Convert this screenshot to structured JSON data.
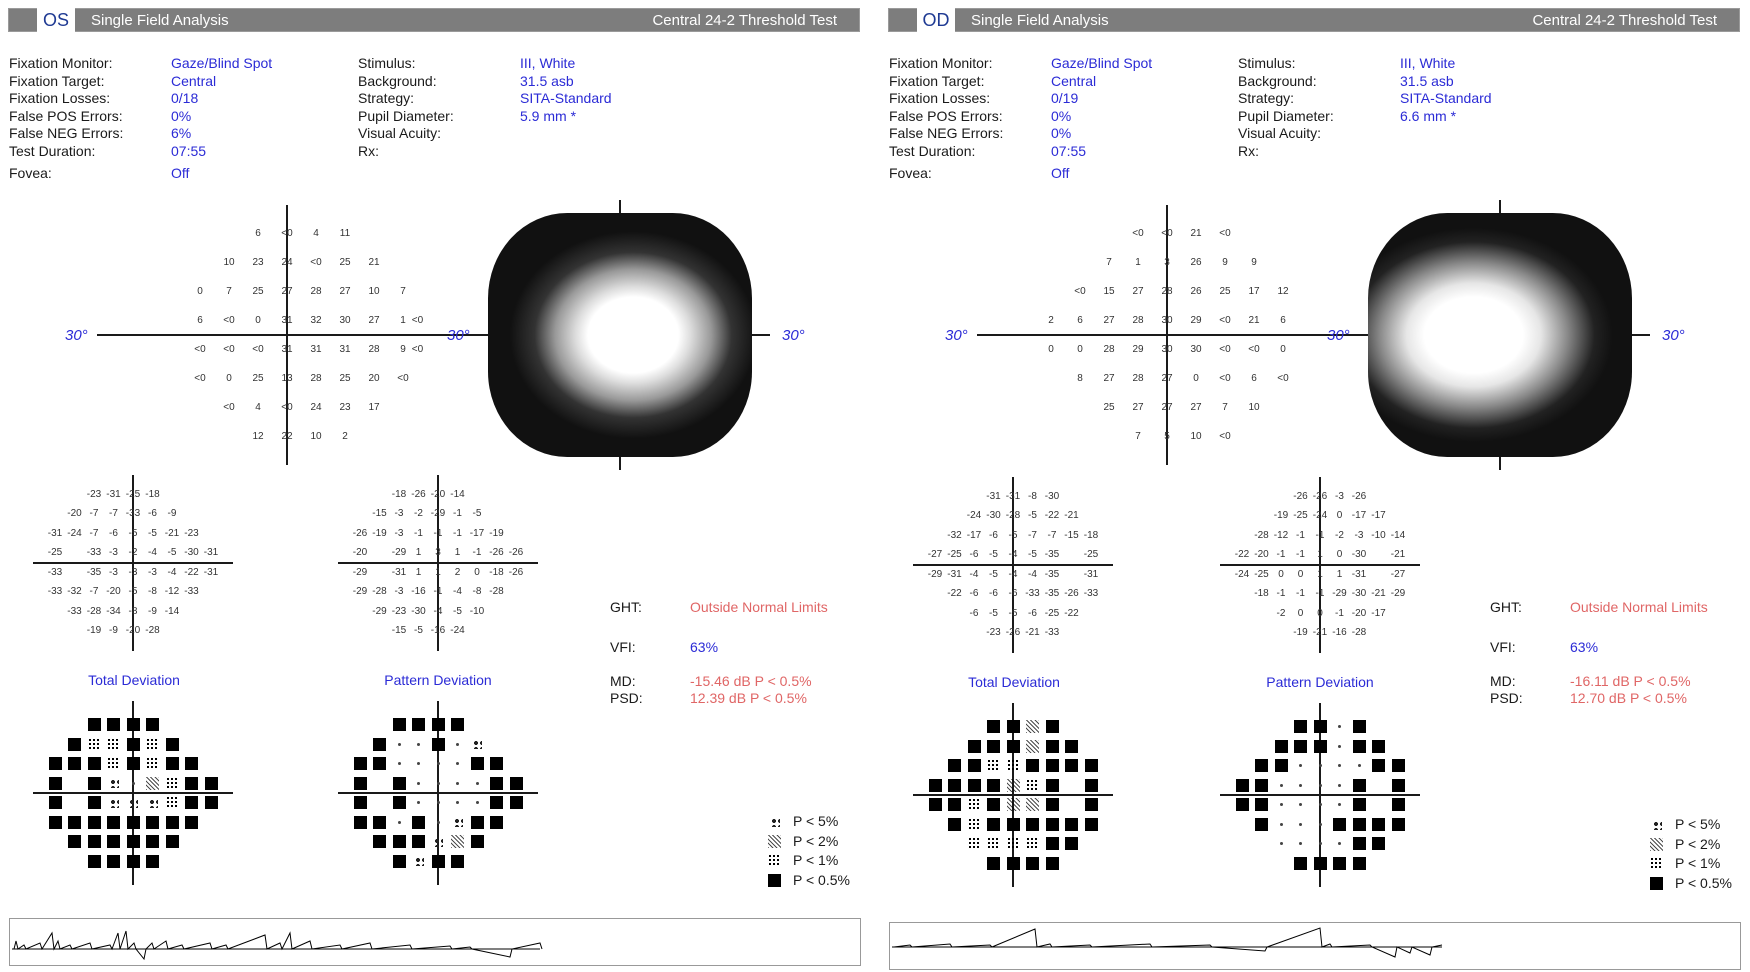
{
  "os": {
    "eye": "OS",
    "title": "Single Field Analysis",
    "test": "Central 24-2 Threshold Test",
    "info_left": [
      {
        "label": "Fixation Monitor:",
        "value": "Gaze/Blind Spot"
      },
      {
        "label": "Fixation Target:",
        "value": "Central"
      },
      {
        "label": "Fixation Losses:",
        "value": "0/18"
      },
      {
        "label": "False POS Errors:",
        "value": "0%"
      },
      {
        "label": "False NEG Errors:",
        "value": "6%"
      },
      {
        "label": "Test Duration:",
        "value": "07:55"
      }
    ],
    "info_right": [
      {
        "label": "Stimulus:",
        "value": "III, White"
      },
      {
        "label": "Background:",
        "value": "31.5 asb"
      },
      {
        "label": "Strategy:",
        "value": "SITA-Standard"
      },
      {
        "label": "Pupil Diameter:",
        "value": "5.9 mm *"
      },
      {
        "label": "Visual Acuity:",
        "value": ""
      },
      {
        "label": "Rx:",
        "value": ""
      }
    ],
    "fovea": {
      "label": "Fovea:",
      "value": "Off"
    },
    "degree_label": "30°",
    "threshold_rows": [
      [
        "",
        "",
        "6",
        "<0",
        "4",
        "11",
        "",
        ""
      ],
      [
        "",
        "10",
        "23",
        "24",
        "<0",
        "25",
        "21",
        ""
      ],
      [
        "0",
        "7",
        "25",
        "27",
        "28",
        "27",
        "10",
        "7"
      ],
      [
        "6",
        "<0",
        "0",
        "31",
        "32",
        "30",
        "27",
        "1"
      ],
      [
        "<0",
        "<0",
        "<0",
        "31",
        "31",
        "31",
        "28",
        "9"
      ],
      [
        "<0",
        "0",
        "25",
        "13",
        "28",
        "25",
        "20",
        "<0"
      ],
      [
        "",
        "<0",
        "4",
        "<0",
        "24",
        "23",
        "17",
        ""
      ],
      [
        "",
        "",
        "12",
        "22",
        "10",
        "2",
        "",
        ""
      ]
    ],
    "threshold_extra": {
      "row3_col8": "<0",
      "row4_col8": "<0"
    },
    "total_deviation_rows": [
      [
        "",
        "",
        "-23",
        "-31",
        "-25",
        "-18",
        "",
        "",
        ""
      ],
      [
        "",
        "-20",
        "-7",
        "-7",
        "-33",
        "-6",
        "-9",
        "",
        ""
      ],
      [
        "-31",
        "-24",
        "-7",
        "-6",
        "-5",
        "-5",
        "-21",
        "-23",
        ""
      ],
      [
        "-25",
        "",
        "-33",
        "-3",
        "-2",
        "-4",
        "-5",
        "-30",
        "-31"
      ],
      [
        "-33",
        "",
        "-35",
        "-3",
        "-3",
        "-3",
        "-4",
        "-22",
        "-31"
      ],
      [
        "-33",
        "-32",
        "-7",
        "-20",
        "-5",
        "-8",
        "-12",
        "-33",
        ""
      ],
      [
        "",
        "-33",
        "-28",
        "-34",
        "-8",
        "-9",
        "-14",
        "",
        ""
      ],
      [
        "",
        "",
        "-19",
        "-9",
        "-20",
        "-28",
        "",
        "",
        ""
      ]
    ],
    "pattern_deviation_rows": [
      [
        "",
        "",
        "-18",
        "-26",
        "-20",
        "-14",
        "",
        "",
        ""
      ],
      [
        "",
        "-15",
        "-3",
        "-2",
        "-29",
        "-1",
        "-5",
        "",
        ""
      ],
      [
        "-26",
        "-19",
        "-3",
        "-1",
        "-1",
        "-1",
        "-17",
        "-19",
        ""
      ],
      [
        "-20",
        "",
        "-29",
        "1",
        "3",
        "1",
        "-1",
        "-26",
        "-26"
      ],
      [
        "-29",
        "",
        "-31",
        "1",
        "1",
        "2",
        "0",
        "-18",
        "-26"
      ],
      [
        "-29",
        "-28",
        "-3",
        "-16",
        "-1",
        "-4",
        "-8",
        "-28",
        ""
      ],
      [
        "",
        "-29",
        "-23",
        "-30",
        "-4",
        "-5",
        "-10",
        "",
        ""
      ],
      [
        "",
        "",
        "-15",
        "-5",
        "-16",
        "-24",
        "",
        "",
        ""
      ]
    ],
    "total_deviation_prob_rows": [
      [
        "",
        "",
        "05",
        "05",
        "05",
        "05",
        "",
        "",
        ""
      ],
      [
        "",
        "05",
        "1",
        "1",
        "05",
        "1",
        "05",
        "",
        ""
      ],
      [
        "05",
        "05",
        "05",
        "1",
        "05",
        "1",
        "05",
        "05",
        ""
      ],
      [
        "05",
        "",
        "05",
        "5",
        "n",
        "2",
        "1",
        "05",
        "05"
      ],
      [
        "05",
        "",
        "05",
        "5",
        "5",
        "5",
        "1",
        "05",
        "05"
      ],
      [
        "05",
        "05",
        "05",
        "05",
        "05",
        "05",
        "05",
        "05",
        ""
      ],
      [
        "",
        "05",
        "05",
        "05",
        "05",
        "05",
        "05",
        "",
        ""
      ],
      [
        "",
        "",
        "05",
        "05",
        "05",
        "05",
        "",
        "",
        ""
      ]
    ],
    "pattern_deviation_prob_rows": [
      [
        "",
        "",
        "05",
        "05",
        "05",
        "05",
        "",
        "",
        ""
      ],
      [
        "",
        "05",
        "n",
        "n",
        "05",
        "n",
        "5",
        "",
        ""
      ],
      [
        "05",
        "05",
        "n",
        "n",
        "n",
        "n",
        "05",
        "05",
        ""
      ],
      [
        "05",
        "",
        "05",
        "n",
        "n",
        "n",
        "n",
        "05",
        "05"
      ],
      [
        "05",
        "",
        "05",
        "n",
        "n",
        "n",
        "n",
        "05",
        "05"
      ],
      [
        "05",
        "05",
        "n",
        "05",
        "n",
        "5",
        "05",
        "05",
        ""
      ],
      [
        "",
        "05",
        "05",
        "05",
        "5",
        "2",
        "05",
        "",
        ""
      ],
      [
        "",
        "",
        "05",
        "5",
        "05",
        "05",
        "",
        "",
        ""
      ]
    ],
    "total_deviation_label": "Total Deviation",
    "pattern_deviation_label": "Pattern Deviation",
    "stats": {
      "ght_label": "GHT:",
      "ght_value": "Outside Normal Limits",
      "vfi_label": "VFI:",
      "vfi_value": "63%",
      "md_label": "MD:",
      "md_value": "-15.46 dB P < 0.5%",
      "psd_label": "PSD:",
      "psd_value": "12.39 dB P < 0.5%"
    },
    "legend": [
      "P < 5%",
      "P < 2%",
      "P < 1%",
      "P < 0.5%"
    ]
  },
  "od": {
    "eye": "OD",
    "title": "Single Field Analysis",
    "test": "Central 24-2 Threshold Test",
    "info_left": [
      {
        "label": "Fixation Monitor:",
        "value": "Gaze/Blind Spot"
      },
      {
        "label": "Fixation Target:",
        "value": "Central"
      },
      {
        "label": "Fixation Losses:",
        "value": "0/19"
      },
      {
        "label": "False POS Errors:",
        "value": "0%"
      },
      {
        "label": "False NEG Errors:",
        "value": "0%"
      },
      {
        "label": "Test Duration:",
        "value": "07:55"
      }
    ],
    "info_right": [
      {
        "label": "Stimulus:",
        "value": "III, White"
      },
      {
        "label": "Background:",
        "value": "31.5 asb"
      },
      {
        "label": "Strategy:",
        "value": "SITA-Standard"
      },
      {
        "label": "Pupil Diameter:",
        "value": "6.6 mm *"
      },
      {
        "label": "Visual Acuity:",
        "value": ""
      },
      {
        "label": "Rx:",
        "value": ""
      }
    ],
    "fovea": {
      "label": "Fovea:",
      "value": "Off"
    },
    "degree_label": "30°",
    "threshold_rows": [
      [
        "",
        "",
        "",
        "<0",
        "<0",
        "21",
        "<0",
        "",
        ""
      ],
      [
        "",
        "",
        "7",
        "1",
        "3",
        "26",
        "9",
        "9",
        ""
      ],
      [
        "",
        "<0",
        "15",
        "27",
        "28",
        "26",
        "25",
        "17",
        "12"
      ],
      [
        "2",
        "6",
        "27",
        "28",
        "30",
        "29",
        "<0",
        "21",
        "6"
      ],
      [
        "0",
        "0",
        "28",
        "29",
        "30",
        "30",
        "<0",
        "<0",
        "0"
      ],
      [
        "",
        "8",
        "27",
        "28",
        "27",
        "0",
        "<0",
        "6",
        "<0"
      ],
      [
        "",
        "",
        "25",
        "27",
        "27",
        "27",
        "7",
        "10",
        ""
      ],
      [
        "",
        "",
        "",
        "7",
        "5",
        "10",
        "<0",
        "",
        ""
      ]
    ],
    "total_deviation_rows": [
      [
        "",
        "",
        "",
        "-31",
        "-31",
        "-8",
        "-30",
        "",
        ""
      ],
      [
        "",
        "",
        "-24",
        "-30",
        "-28",
        "-5",
        "-22",
        "-21",
        ""
      ],
      [
        "",
        "-32",
        "-17",
        "-6",
        "-5",
        "-7",
        "-7",
        "-15",
        "-18"
      ],
      [
        "-27",
        "-25",
        "-6",
        "-5",
        "-4",
        "-5",
        "-35",
        "",
        "-25"
      ],
      [
        "-29",
        "-31",
        "-4",
        "-5",
        "-4",
        "-4",
        "-35",
        "",
        "-31"
      ],
      [
        "",
        "-22",
        "-6",
        "-6",
        "-6",
        "-33",
        "-35",
        "-26",
        "-33"
      ],
      [
        "",
        "",
        "-6",
        "-5",
        "-5",
        "-6",
        "-25",
        "-22",
        ""
      ],
      [
        "",
        "",
        "",
        "-23",
        "-26",
        "-21",
        "-33",
        "",
        ""
      ]
    ],
    "pattern_deviation_rows": [
      [
        "",
        "",
        "",
        "-26",
        "-26",
        "-3",
        "-26",
        "",
        ""
      ],
      [
        "",
        "",
        "-19",
        "-25",
        "-24",
        "0",
        "-17",
        "-17",
        ""
      ],
      [
        "",
        "-28",
        "-12",
        "-1",
        "-1",
        "-2",
        "-3",
        "-10",
        "-14"
      ],
      [
        "-22",
        "-20",
        "-1",
        "-1",
        "1",
        "0",
        "-30",
        "",
        "-21"
      ],
      [
        "-24",
        "-25",
        "0",
        "0",
        "1",
        "1",
        "-31",
        "",
        "-27"
      ],
      [
        "",
        "-18",
        "-1",
        "-1",
        "-1",
        "-29",
        "-30",
        "-21",
        "-29"
      ],
      [
        "",
        "",
        "-2",
        "0",
        "0",
        "-1",
        "-20",
        "-17",
        ""
      ],
      [
        "",
        "",
        "",
        "-19",
        "-21",
        "-16",
        "-28",
        "",
        ""
      ]
    ],
    "total_deviation_prob_rows": [
      [
        "",
        "",
        "",
        "05",
        "05",
        "2",
        "05",
        "",
        ""
      ],
      [
        "",
        "",
        "05",
        "05",
        "05",
        "2",
        "05",
        "05",
        ""
      ],
      [
        "",
        "05",
        "05",
        "1",
        "1",
        "05",
        "05",
        "05",
        "05"
      ],
      [
        "05",
        "05",
        "05",
        "05",
        "2",
        "1",
        "05",
        "",
        "05"
      ],
      [
        "05",
        "05",
        "1",
        "05",
        "2",
        "2",
        "05",
        "",
        "05"
      ],
      [
        "",
        "05",
        "1",
        "05",
        "05",
        "05",
        "05",
        "05",
        "05"
      ],
      [
        "",
        "",
        "1",
        "1",
        "1",
        "1",
        "05",
        "05",
        ""
      ],
      [
        "",
        "",
        "",
        "05",
        "05",
        "05",
        "05",
        "",
        ""
      ]
    ],
    "pattern_deviation_prob_rows": [
      [
        "",
        "",
        "",
        "05",
        "05",
        "n",
        "05",
        "",
        ""
      ],
      [
        "",
        "",
        "05",
        "05",
        "05",
        "n",
        "05",
        "05",
        ""
      ],
      [
        "",
        "05",
        "05",
        "n",
        "n",
        "n",
        "n",
        "05",
        "05"
      ],
      [
        "05",
        "05",
        "n",
        "n",
        "n",
        "n",
        "05",
        "",
        "05"
      ],
      [
        "05",
        "05",
        "n",
        "n",
        "n",
        "n",
        "05",
        "",
        "05"
      ],
      [
        "",
        "05",
        "n",
        "n",
        "n",
        "05",
        "05",
        "05",
        "05"
      ],
      [
        "",
        "",
        "n",
        "n",
        "n",
        "n",
        "05",
        "05",
        ""
      ],
      [
        "",
        "",
        "",
        "05",
        "05",
        "05",
        "05",
        "",
        ""
      ]
    ],
    "total_deviation_label": "Total Deviation",
    "pattern_deviation_label": "Pattern Deviation",
    "stats": {
      "ght_label": "GHT:",
      "ght_value": "Outside Normal Limits",
      "vfi_label": "VFI:",
      "vfi_value": "63%",
      "md_label": "MD:",
      "md_value": "-16.11 dB P < 0.5%",
      "psd_label": "PSD:",
      "psd_value": "12.70 dB P < 0.5%"
    },
    "legend": [
      "P < 5%",
      "P < 2%",
      "P < 1%",
      "P < 0.5%"
    ]
  },
  "colors": {
    "header_bg": "#7d7d7d",
    "value_blue": "#2b2bd6",
    "alert_red": "#e06666",
    "eye_label": "#1f3a93"
  }
}
